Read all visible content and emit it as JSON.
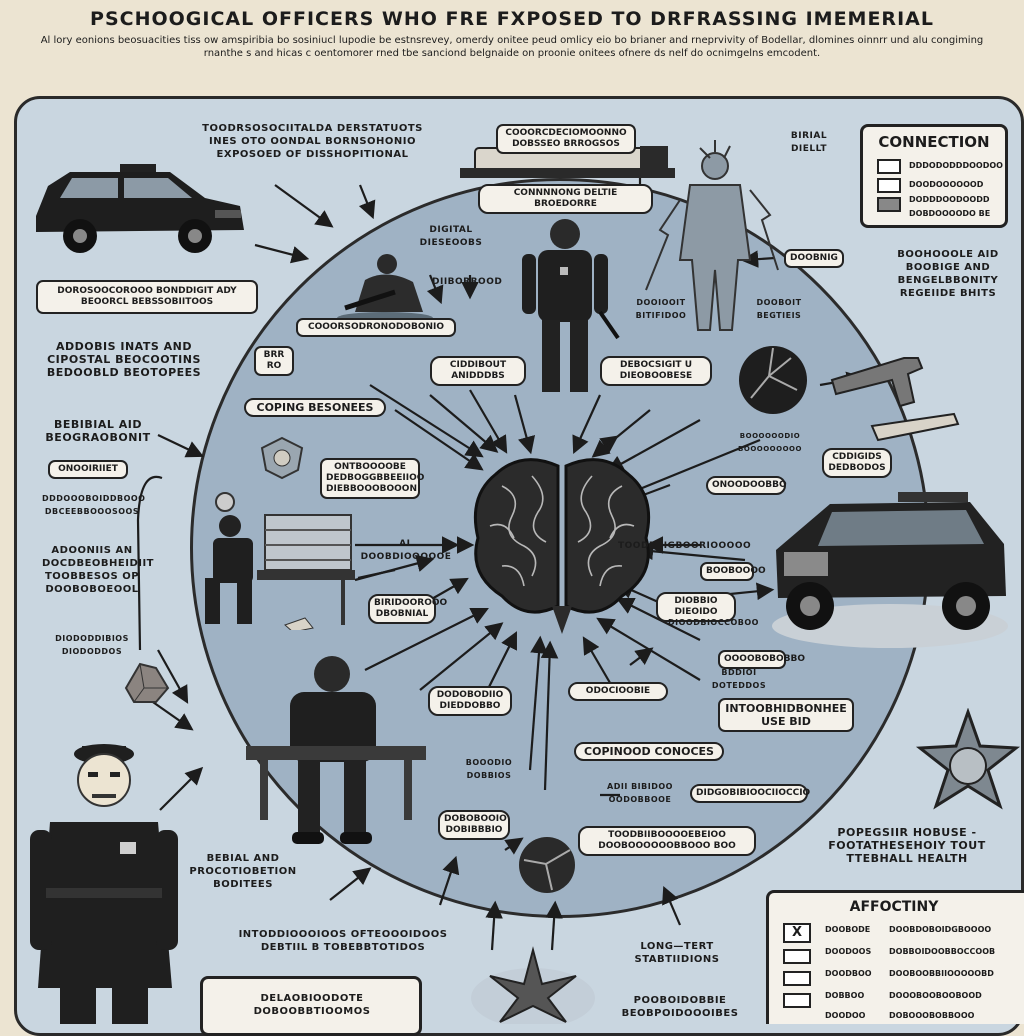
{
  "header": {
    "title": "PSCHOOGICAL OFFICERS WHO FRE FXPOSED TO DRFRASSING IMEMERIAL",
    "subtitle": "Al lory eonions beosuacities tiss ow amspiribia bo sosiniucl lupodie be estnsrevey, omerdy onitee peud omlicy eio bo brianer and rneprvivity of Bodellar, dlomines oinnrr und alu congiming rnanthe s and hicas c oentomorer rned tbe sanciond belgnaide on proonie onitees ofnere ds nelf do ocnimgelns emcodent."
  },
  "diagram": {
    "nodes": [
      {
        "id": "n1",
        "text": "TOODRSOSOCIITALDA DERSTATUOTS INES OTO OONDAL BORNSOHONIO EXPOSOED OF DISSHOPITIONAL"
      },
      {
        "id": "n2",
        "text": "COOORCDECIOMOONNO DOBSSEO BRROGSOS"
      },
      {
        "id": "n3",
        "text": "CONNNNONG DELTIE BROEDORRE"
      },
      {
        "id": "n4",
        "text": "BIRIAL DIELLT"
      },
      {
        "id": "n5",
        "text": "DOROSOOCOROOO BONDDIGIT ADY BEOORCL BEBSSOBIITOOS"
      },
      {
        "id": "n6",
        "text": "DIGITAL DIESEOOBS"
      },
      {
        "id": "n7",
        "text": "DIIBORROOD"
      },
      {
        "id": "n8",
        "text": "DOOBNIG"
      },
      {
        "id": "n9",
        "text": "BOOHOOOLE AID BOOBIGE AND BENGELBBONITY REGEIIDE BHITS"
      },
      {
        "id": "n10",
        "text": "ADDOBIS INATS AND CIPOSTAL BEOCOOTINS BEDOOBLD BEOTOPEES"
      },
      {
        "id": "n11",
        "text": "COOORSODRONODOBONIO"
      },
      {
        "id": "n12",
        "text": "DOOIOOIT BITIFIDOO"
      },
      {
        "id": "n13",
        "text": "DOOBOIT BEGTIEIS"
      },
      {
        "id": "n14",
        "text": "CIDDIBOUT ANIDDDBS"
      },
      {
        "id": "n15",
        "text": "DEBOCSIGIT U DIEOBOOBESE"
      },
      {
        "id": "n16",
        "text": "BRR RO"
      },
      {
        "id": "n17",
        "text": "COPING BESONEES"
      },
      {
        "id": "n18",
        "text": "BEBIBIAL AID BEOGRAOBONIT"
      },
      {
        "id": "n19",
        "text": "ONOOIRIIET"
      },
      {
        "id": "n20",
        "text": "DDDOOOBOIDDBOOO DBCEEBBOOOSOOS"
      },
      {
        "id": "n21",
        "text": "ONTBOOOOBE DEDBOGGBBEEIIOO DIEBBOOOBOOON"
      },
      {
        "id": "n22",
        "text": "ONOODOOBBO"
      },
      {
        "id": "n23",
        "text": "CDDIGIDS DEDBODOS"
      },
      {
        "id": "n24",
        "text": "BOOOOOODIO BOOOOOOOOO"
      },
      {
        "id": "n25",
        "text": "ADOONIIS AN DOCDBEOBHEIDIIT TOOBBESOS OP DOOBOBOEOOL"
      },
      {
        "id": "n26",
        "text": "AL DOOBDIOOOOOE"
      },
      {
        "id": "n27",
        "text": "TOODBRIGBOORIOOOOO"
      },
      {
        "id": "n28",
        "text": "BOOBOOOO"
      },
      {
        "id": "n29",
        "text": "DIODODDIBIOS DIODODDOS"
      },
      {
        "id": "n30",
        "text": "BIRIDOOROOO DBOBNIAL"
      },
      {
        "id": "n31",
        "text": "DIOBBIO DIEOIDO"
      },
      {
        "id": "n32",
        "text": "DIOODBIOCCOBOO"
      },
      {
        "id": "n33",
        "text": "OOOOBOBOBBO"
      },
      {
        "id": "n34",
        "text": "BDDIOI DOTEDDOS"
      },
      {
        "id": "n35",
        "text": "ODOCIOOBIE"
      },
      {
        "id": "n36",
        "text": "INTOOBHIDBONHEE USE BID"
      },
      {
        "id": "n37",
        "text": "DODOBODIIO DIEDDOBBO"
      },
      {
        "id": "n38",
        "text": "BOOODIO DOBBIOS"
      },
      {
        "id": "n39",
        "text": "COPINOOD CONOCES"
      },
      {
        "id": "n40",
        "text": "ADII BIBIDOO OODOBBOOE"
      },
      {
        "id": "n41",
        "text": "DIDGOBIBIOOCIIOCCIO"
      },
      {
        "id": "n42",
        "text": "DOBOBOOIO DOBIBBBIO"
      },
      {
        "id": "n43",
        "text": "TOODBIIBOOOOEBEIOO DOOBOOOOOOBBOOO BOO"
      },
      {
        "id": "n44",
        "text": "BEBIAL AND PROCOTIOBETION BODITEES"
      },
      {
        "id": "n45",
        "text": "INTODDIOOOIOOS OFTEOOOIDOOS DEBTIIL B TOBEBBTOTIDOS"
      },
      {
        "id": "n46",
        "text": "DELAOBIOODOTE DOBOOBBTIOOMOS"
      },
      {
        "id": "n47",
        "text": "LONG—TERT STABTIIDIONS"
      },
      {
        "id": "n48",
        "text": "POOBOIDOBBIE BEOBPOIDOOOIBES"
      },
      {
        "id": "n49",
        "text": "POPEGSIIR HOBUSE - FOOTATHESEHOIY TOUT TTEBHALL HEALTH"
      }
    ],
    "connection_box": {
      "title": "CONNECTION",
      "items": [
        "DDDODODDDOODOO",
        "DOODOOOOOOD",
        "DODDDOODOODD",
        "DOBDOOOODO BE"
      ]
    },
    "affect_box": {
      "title": "AFFOCTINY",
      "checked_mark": "X",
      "rows": [
        {
          "a": "DOOBODE",
          "b": "DOOBDOBOIDGBOOOO"
        },
        {
          "a": "DOODOOS",
          "b": "DOBBOIDOOBBOCCOOB"
        },
        {
          "a": "DOODBOO",
          "b": "DOOBOOBBIIOOOOOBD"
        },
        {
          "a": "DOBBOO",
          "b": "DOOOBOOBOOBOOD"
        },
        {
          "a": "DOODOO",
          "b": "DOBOOOBOBBOOO"
        }
      ]
    }
  },
  "colors": {
    "background": "#ece4d2",
    "frame": "#c9d6e0",
    "circle": "#9fb2c4",
    "ink": "#1c1c1c",
    "label_fill": "#f4f1ea"
  },
  "icons": [
    "police-suv-icon",
    "crouching-officer-icon",
    "standing-officer-icon",
    "glowing-figure-icon",
    "pistol-icon",
    "shattered-orb-icon",
    "brain-icon",
    "seated-officer-icon",
    "badge-icon",
    "crystal-icon",
    "officer-portrait-icon",
    "sheriff-star-icon",
    "flower-icon"
  ]
}
